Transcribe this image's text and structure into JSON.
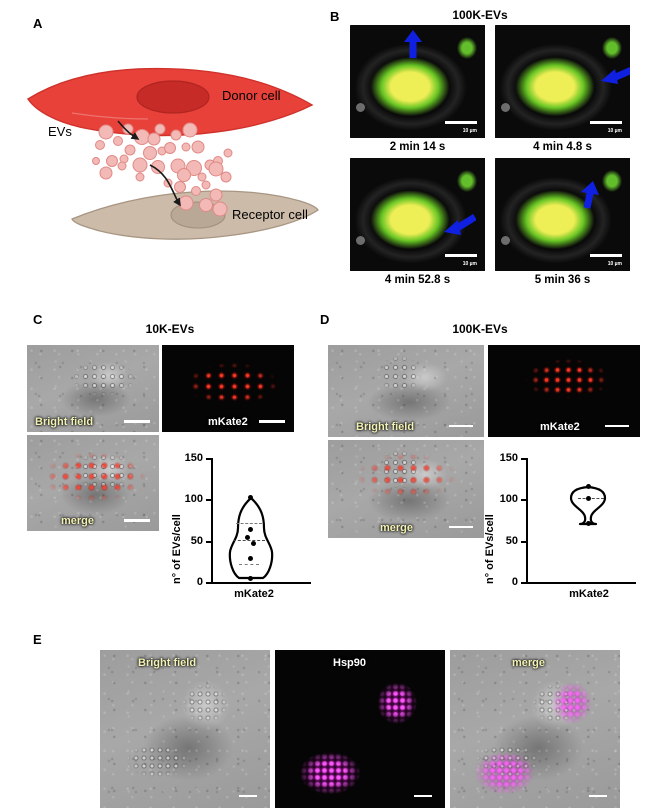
{
  "figure": {
    "panels": [
      "A",
      "B",
      "C",
      "D",
      "E"
    ]
  },
  "panelA": {
    "letter": "A",
    "labels": {
      "donor": "Donor cell",
      "evs": "EVs",
      "receptor": "Receptor cell"
    },
    "colors": {
      "donor_cell": "#e8413a",
      "donor_nucleus": "#c62b28",
      "receptor_cell": "#cbbba8",
      "receptor_nucleus": "#b4a391",
      "ev": "#f2b9b6",
      "ev_border": "#e08a86"
    }
  },
  "panelB": {
    "letter": "B",
    "title": "100K-EVs",
    "scalebar_label": "10 µm",
    "frames": [
      {
        "caption": "2 min 14 s",
        "arrow_position": "top-center"
      },
      {
        "caption": "4 min 4.8 s",
        "arrow_position": "right-middle"
      },
      {
        "caption": "4 min 52.8 s",
        "arrow_position": "right-lower"
      },
      {
        "caption": "5 min 36 s",
        "arrow_position": "top-right"
      }
    ],
    "colors": {
      "arrow": "#1020e0",
      "signal_green": "#78e632",
      "signal_yellow": "#f5f55a"
    }
  },
  "panelC": {
    "letter": "C",
    "title": "10K-EVs",
    "images": [
      {
        "label": "Bright field",
        "type": "brightfield"
      },
      {
        "label": "mKate2",
        "type": "fluorescence-red"
      },
      {
        "label": "merge",
        "type": "merge"
      }
    ],
    "chart_data": {
      "type": "violin",
      "title": "",
      "xlabel": "",
      "ylabel": "n° of EVs/cell",
      "categories": [
        "mKate2"
      ],
      "ylim": [
        0,
        150
      ],
      "yticks": [
        0,
        50,
        100,
        150
      ],
      "grid": false,
      "series": [
        {
          "name": "mKate2",
          "values": [
            102,
            64,
            55,
            48,
            29,
            5
          ],
          "median": 51,
          "quartiles": [
            22,
            72
          ]
        }
      ]
    }
  },
  "panelD": {
    "letter": "D",
    "title": "100K-EVs",
    "images": [
      {
        "label": "Bright field",
        "type": "brightfield"
      },
      {
        "label": "mKate2",
        "type": "fluorescence-red"
      },
      {
        "label": "merge",
        "type": "merge"
      }
    ],
    "chart_data": {
      "type": "violin",
      "title": "",
      "xlabel": "",
      "ylabel": "n° of EVs/cell",
      "categories": [
        "mKate2"
      ],
      "ylim": [
        0,
        150
      ],
      "yticks": [
        0,
        50,
        100,
        150
      ],
      "grid": false,
      "series": [
        {
          "name": "mKate2",
          "values": [
            115,
            101,
            70
          ],
          "median": 101,
          "quartiles": [
            70,
            115
          ]
        }
      ]
    }
  },
  "panelE": {
    "letter": "E",
    "images": [
      {
        "label": "Bright field",
        "type": "brightfield"
      },
      {
        "label": "Hsp90",
        "type": "fluorescence-magenta"
      },
      {
        "label": "merge",
        "type": "merge"
      }
    ],
    "colors": {
      "signal_magenta": "#e61fe0"
    }
  }
}
